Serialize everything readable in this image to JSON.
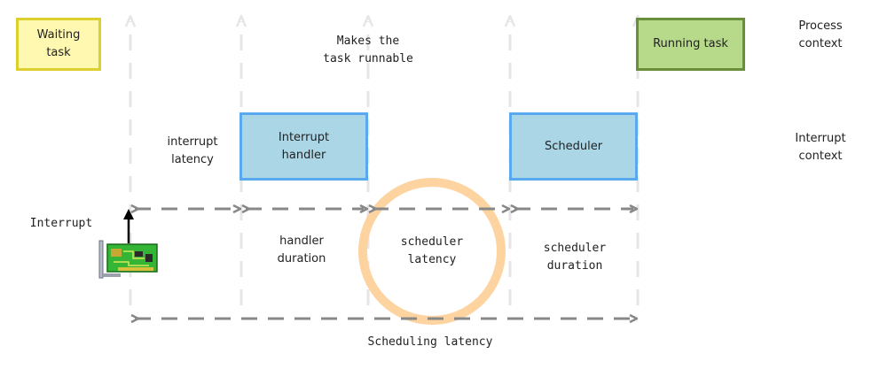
{
  "nodes": {
    "waiting_task": "Waiting\ntask",
    "running_task": "Running task",
    "interrupt_handler": "Interrupt\nhandler",
    "scheduler": "Scheduler"
  },
  "labels": {
    "process_context": "Process\ncontext",
    "interrupt_context": "Interrupt\ncontext",
    "makes_runnable": "Makes the\ntask runnable",
    "interrupt_latency": "interrupt\nlatency",
    "interrupt": "Interrupt",
    "handler_duration": "handler\nduration",
    "scheduler_latency": "scheduler\nlatency",
    "scheduler_duration": "scheduler\nduration",
    "scheduling_latency": "Scheduling latency"
  },
  "icons": {
    "card": "network-card-icon"
  },
  "colors": {
    "waiting_fill": "#fff8b0",
    "waiting_border": "#dccf2e",
    "running_fill": "#b7d98a",
    "running_border": "#6a8f3a",
    "interrupt_fill": "#aad6e6",
    "interrupt_border": "#5aa8ee",
    "highlight_ring": "#fdd3a0",
    "dash": "#888888",
    "vline": "#e6e6e6"
  }
}
